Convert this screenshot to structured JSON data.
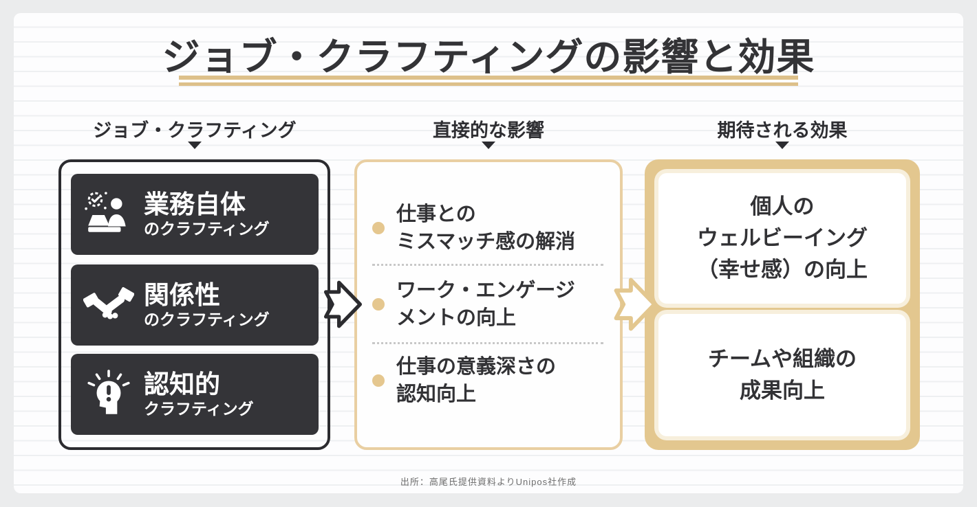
{
  "title": "ジョブ・クラフティングの影響と効果",
  "source": "出所：高尾氏提供資料よりUnipos社作成",
  "colors": {
    "accent_gold": "#e3c78f",
    "dark": "#343438",
    "text_dark": "#323235",
    "card_bg": "#fdfdfe",
    "outer_bg": "#ebeced",
    "cream_halo": "#f7efdc"
  },
  "columns": {
    "inputs": {
      "header": "ジョブ・クラフティング",
      "items": [
        {
          "icon": "desk-work-clock-icon",
          "main": "業務自体",
          "sub": "のクラフティング"
        },
        {
          "icon": "handshake-icon",
          "main": "関係性",
          "sub": "のクラフティング"
        },
        {
          "icon": "insight-head-icon",
          "main": "認知的",
          "sub": "クラフティング"
        }
      ]
    },
    "impacts": {
      "header": "直接的な影響",
      "items": [
        {
          "text": "仕事との\nミスマッチ感の解消"
        },
        {
          "text": "ワーク・エンゲージ\nメントの向上"
        },
        {
          "text": "仕事の意義深さの\n認知向上"
        }
      ]
    },
    "effects": {
      "header": "期待される効果",
      "items": [
        {
          "text": "個人の\nウェルビーイング\n（幸せ感）の向上"
        },
        {
          "text": "チームや組織の\n成果向上"
        }
      ]
    }
  }
}
